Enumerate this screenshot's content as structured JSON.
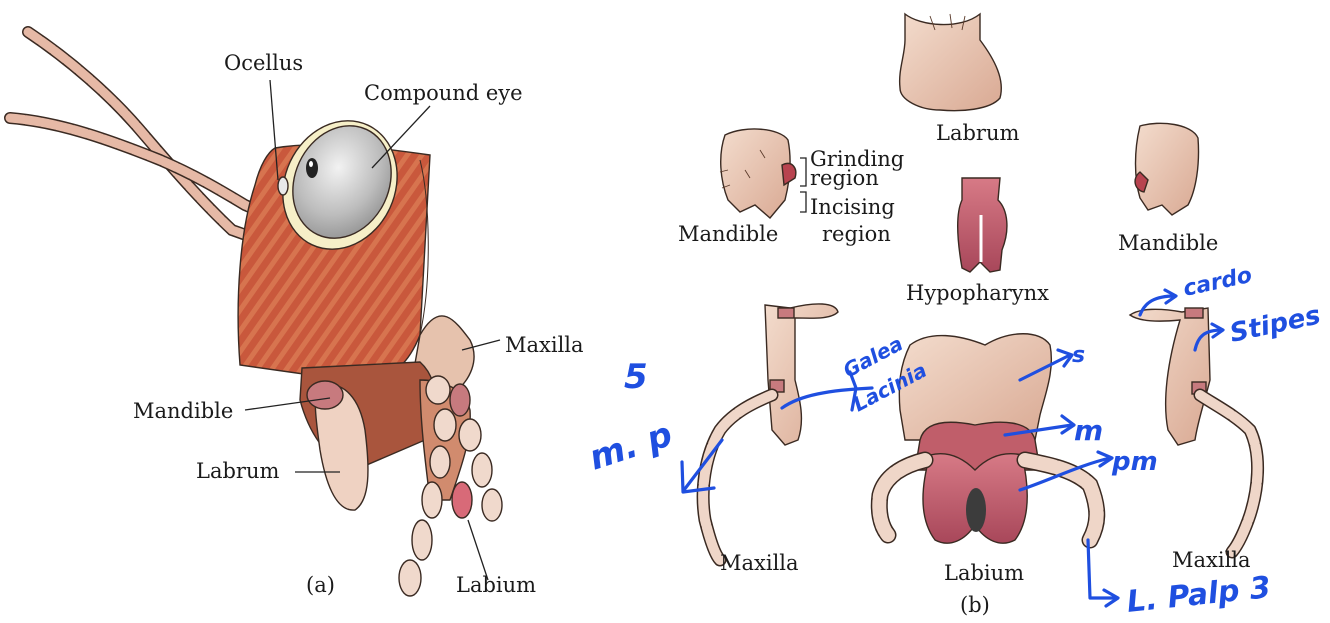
{
  "panel_a": {
    "caption": "(a)",
    "labels": {
      "ocellus": "Ocellus",
      "compound_eye": "Compound  eye",
      "maxilla": "Maxilla",
      "mandible": "Mandible",
      "labrum": "Labrum",
      "labium": "Labium"
    }
  },
  "panel_b": {
    "caption": "(b)",
    "labels": {
      "labrum": "Labrum",
      "grinding_1": "Grinding",
      "grinding_2": "region",
      "incising_1": "Incising",
      "incising_2": "region",
      "mandible_left": "Mandible",
      "mandible_right": "Mandible",
      "hypopharynx": "Hypopharynx",
      "maxilla_left": "Maxilla",
      "maxilla_right": "Maxilla",
      "labium": "Labium"
    }
  },
  "annotations": {
    "cardo": "cardo",
    "stipes": "Stipes",
    "galea": "Galea",
    "lacinia": "Lacinia",
    "mp_number": "5",
    "mp_label": "m. p",
    "s": "s",
    "m": "m",
    "pm": "pm",
    "lpalp": "L. Palp 3"
  },
  "colors": {
    "head": "#c0553a",
    "head_stripe": "#d8744f",
    "eye": "#c9c9c9",
    "mouthpart": "#e8c3ac",
    "mandible_dark": "#a9553d",
    "labium_pink": "#c05e6a",
    "ink": "#1f4fe0"
  }
}
